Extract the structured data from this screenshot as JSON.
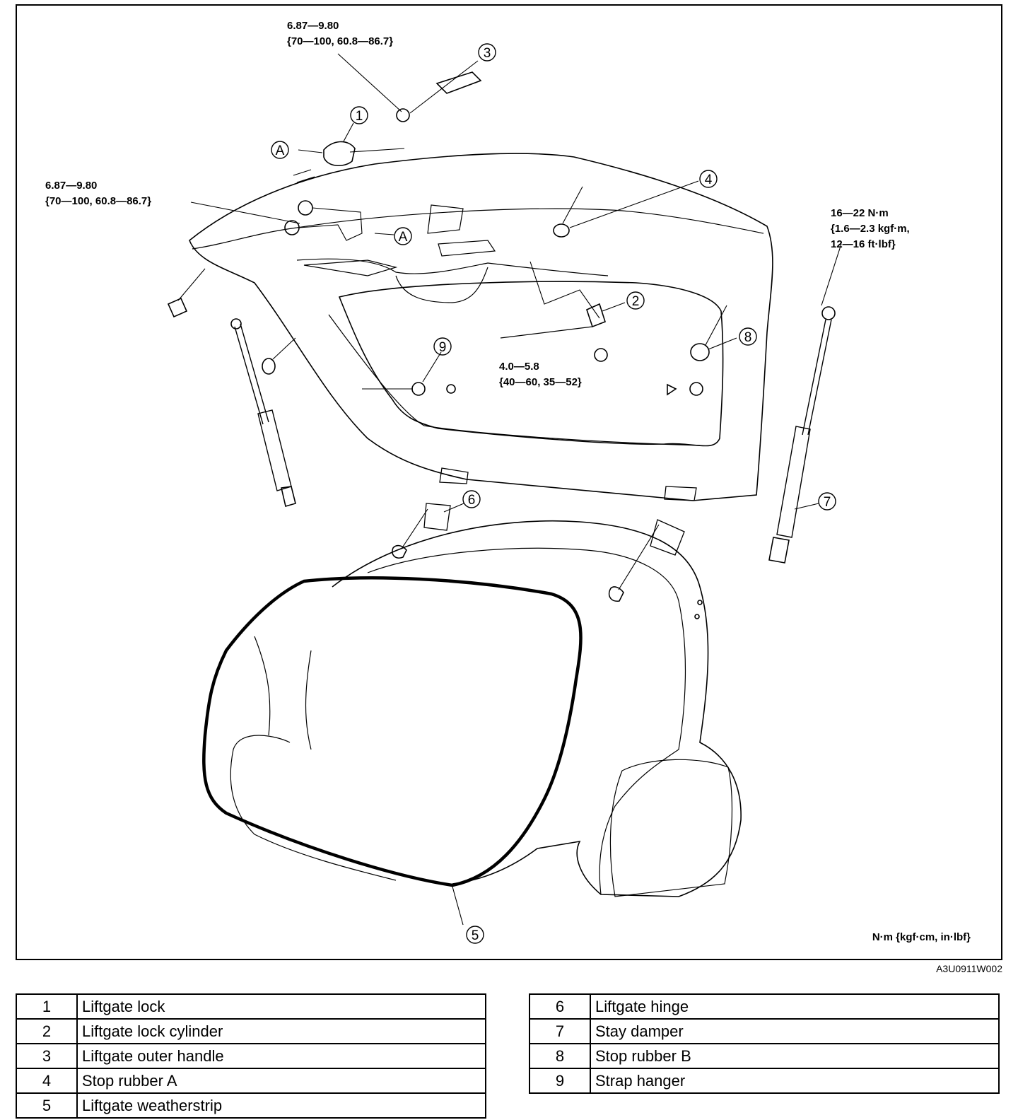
{
  "diagram": {
    "torque_specs": {
      "handle_top_1": "6.87—9.80",
      "handle_top_2": "{70—100, 60.8—86.7}",
      "lock_left_1": "6.87—9.80",
      "lock_left_2": "{70—100, 60.8—86.7}",
      "damper_1": "16—22  N·m",
      "damper_2": "{1.6—2.3 kgf·m,",
      "damper_3": "12—16 ft·lbf}",
      "cylinder_1": "4.0—5.8",
      "cylinder_2": "{40—60, 35—52}"
    },
    "unit_note": "N·m {kgf·cm, in·lbf}",
    "ref_letter": "A",
    "callouts": [
      "1",
      "2",
      "3",
      "4",
      "5",
      "6",
      "7",
      "8",
      "9"
    ]
  },
  "image_code": "A3U0911W002",
  "legend": {
    "left": [
      {
        "no": "1",
        "name": "Liftgate lock"
      },
      {
        "no": "2",
        "name": "Liftgate lock cylinder"
      },
      {
        "no": "3",
        "name": "Liftgate outer handle"
      },
      {
        "no": "4",
        "name": "Stop rubber A"
      },
      {
        "no": "5",
        "name": "Liftgate weatherstrip"
      }
    ],
    "right": [
      {
        "no": "6",
        "name": "Liftgate hinge"
      },
      {
        "no": "7",
        "name": "Stay damper"
      },
      {
        "no": "8",
        "name": "Stop rubber B"
      },
      {
        "no": "9",
        "name": "Strap hanger"
      }
    ]
  }
}
